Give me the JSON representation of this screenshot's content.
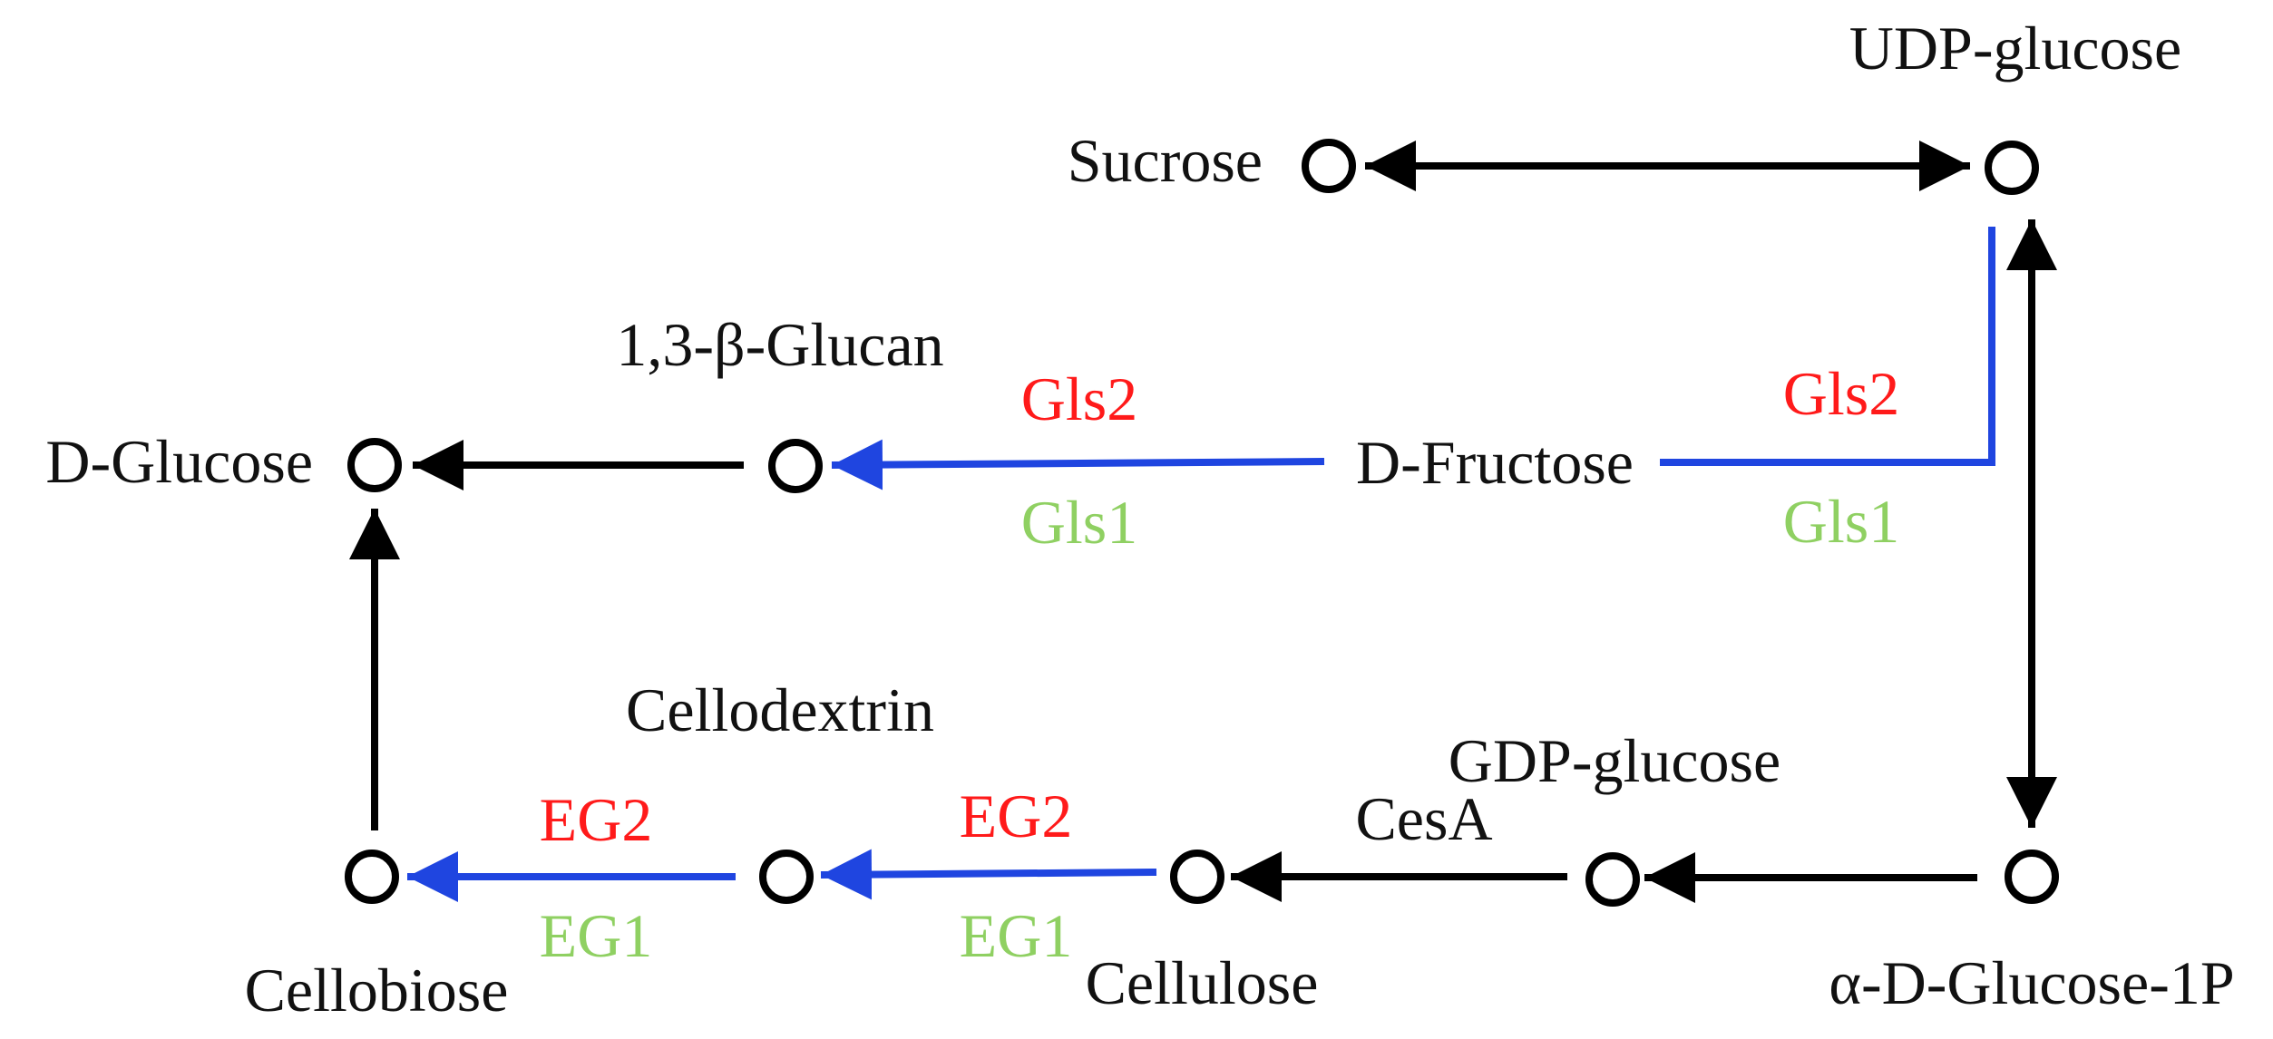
{
  "nodes": {
    "sucrose": "Sucrose",
    "udp_glucose": "UDP-glucose",
    "glucan": "1,3-β-Glucan",
    "d_glucose": "D-Glucose",
    "d_fructose": "D-Fructose",
    "cellodextrin": "Cellodextrin",
    "gdp_glucose": "GDP-glucose",
    "cellobiose": "Cellobiose",
    "cellulose": "Cellulose",
    "glucose_1p": "α-D-Glucose-1P"
  },
  "enzymes": {
    "gls2_left": "Gls2",
    "gls1_left": "Gls1",
    "gls2_right": "Gls2",
    "gls1_right": "Gls1",
    "eg2_left": "EG2",
    "eg1_left": "EG1",
    "eg2_right": "EG2",
    "eg1_right": "EG1",
    "cesa": "CesA"
  },
  "colors": {
    "upregulated_enzyme": "#ff1a1a",
    "downregulated_enzyme": "#8fd062",
    "regulated_edge": "#1f45e0",
    "edge": "#000000"
  }
}
